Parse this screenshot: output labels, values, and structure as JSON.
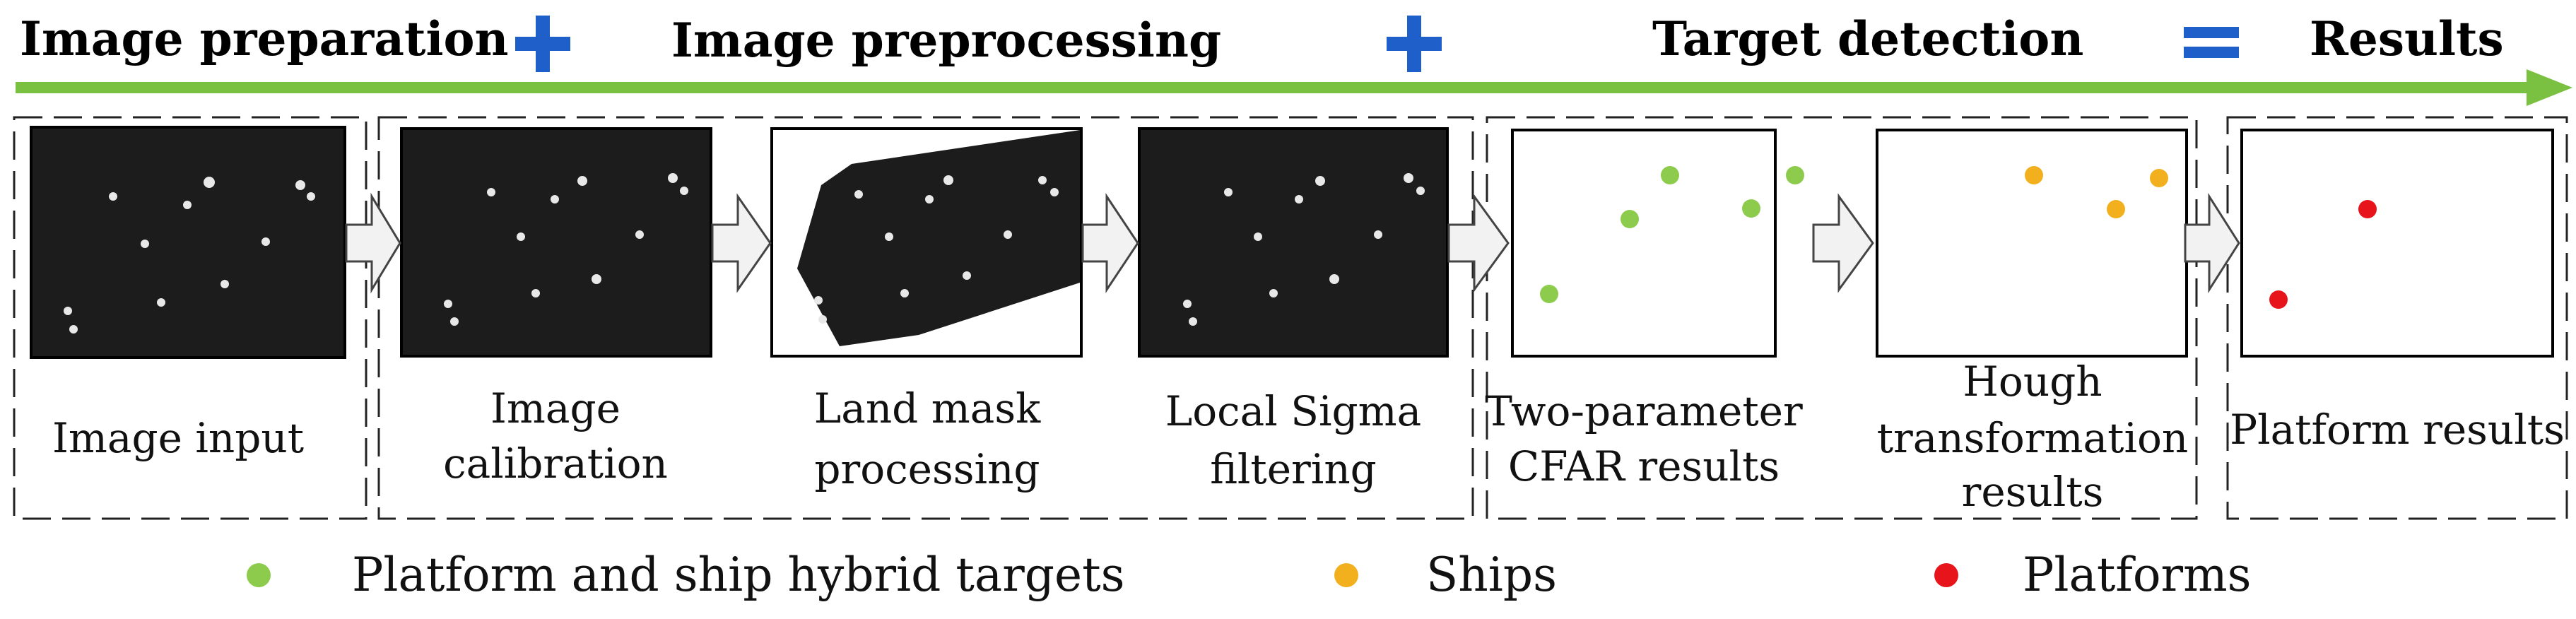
{
  "header": {
    "stages": [
      "Image preparation",
      "Image preprocessing",
      "Target detection",
      "Results"
    ],
    "operators": [
      "plus",
      "plus",
      "equals"
    ],
    "arrow_color": "#7ac142",
    "operator_color": "#1f5fc9"
  },
  "steps": [
    {
      "caption": [
        "Image input"
      ],
      "panel": "sar"
    },
    {
      "caption": [
        "Image",
        "calibration"
      ],
      "panel": "sar"
    },
    {
      "caption": [
        "Land mask",
        "processing"
      ],
      "panel": "masked"
    },
    {
      "caption": [
        "Local Sigma",
        "filtering"
      ],
      "panel": "sar"
    },
    {
      "caption": [
        "Two-parameter",
        "CFAR  results"
      ],
      "panel": "cfar"
    },
    {
      "caption": [
        "Hough",
        "transformation",
        "results"
      ],
      "panel": "hough"
    },
    {
      "caption": [
        "Platform results"
      ],
      "panel": "platforms"
    }
  ],
  "legend": [
    {
      "label": "Platform and ship hybrid targets",
      "color": "#8ccb4c"
    },
    {
      "label": "Ships",
      "color": "#f2b01e"
    },
    {
      "label": "Platforms",
      "color": "#e8141c"
    }
  ]
}
